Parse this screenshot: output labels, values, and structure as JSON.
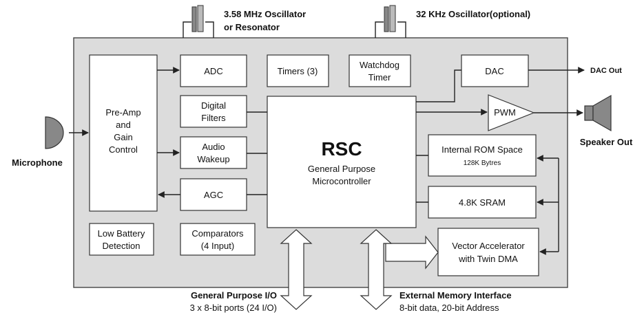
{
  "oscillators": {
    "main": {
      "line1": "3.58 MHz Oscillator",
      "line2": "or Resonator"
    },
    "aux": {
      "line1": "32 KHz Oscillator(optional)"
    }
  },
  "blocks": {
    "preamp": {
      "line1": "Pre-Amp",
      "line2": "and",
      "line3": "Gain",
      "line4": "Control"
    },
    "adc": {
      "line1": "ADC"
    },
    "timers": {
      "line1": "Timers (3)"
    },
    "watchdog": {
      "line1": "Watchdog",
      "line2": "Timer"
    },
    "dac": {
      "line1": "DAC"
    },
    "digital_filters": {
      "line1": "Digital",
      "line2": "Filters"
    },
    "audio_wakeup": {
      "line1": "Audio",
      "line2": "Wakeup"
    },
    "agc": {
      "line1": "AGC"
    },
    "low_battery": {
      "line1": "Low Battery",
      "line2": "Detection"
    },
    "comparators": {
      "line1": "Comparators",
      "line2": "(4 Input)"
    },
    "rsc": {
      "title": "RSC",
      "line1": "General Purpose",
      "line2": "Microcontroller"
    },
    "pwm": {
      "line1": "PWM"
    },
    "rom": {
      "line1": "Internal ROM Space",
      "line2": "128K  Bytres"
    },
    "sram": {
      "line1": "4.8K SRAM"
    },
    "vector": {
      "line1": "Vector Accelerator",
      "line2": "with Twin DMA"
    }
  },
  "external": {
    "microphone": "Microphone",
    "dac_out": "DAC Out",
    "speaker_out": "Speaker Out",
    "gpio": {
      "title": "General Purpose I/O",
      "sub": "3 x 8-bit ports (24 I/O)"
    },
    "memory": {
      "title": "External Memory Interface",
      "sub": "8-bit data, 20-bit Address"
    }
  },
  "colors": {
    "chip_bg": "#dcdcdc",
    "icon_fill": "#888888",
    "block_border": "#333333"
  }
}
